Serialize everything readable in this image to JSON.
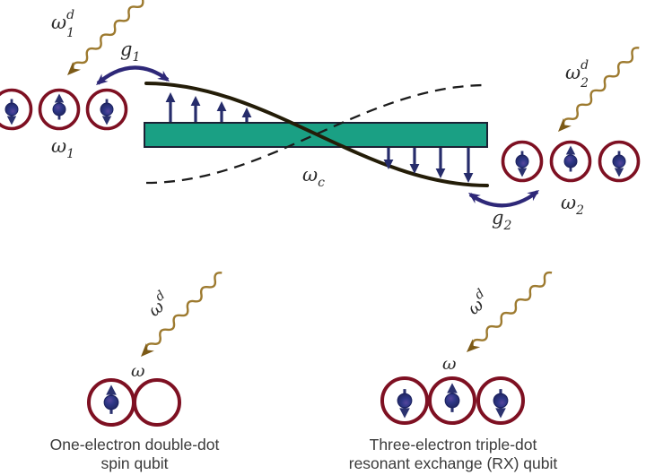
{
  "figure": {
    "description": "Two spin qubits coupled to a microwave resonator",
    "colors": {
      "background": "#ffffff",
      "dot_ring": "#7e1022",
      "spin_arrow": "#2b326f",
      "resonator_fill": "#1aa084",
      "resonator_border": "#1c2135",
      "drive_wave": "#9d7a2f",
      "drive_arrowhead": "#7c5a17",
      "coupling_arrow": "#2e2878",
      "mode_solid_curve": "#241d08",
      "mode_dashed_curve": "#1c1c1c",
      "caption_text": "#3a3a3a",
      "math_text": "#2b2b2b"
    },
    "resonator": {
      "freq_label": {
        "base": "ω",
        "sub": "c"
      },
      "up_field_arrows": 4,
      "down_field_arrows": 4
    },
    "qubit1": {
      "drive_label": {
        "base": "ω",
        "sup": "d",
        "sub": "1"
      },
      "freq_label": {
        "base": "ω",
        "sub": "1"
      },
      "coupling_label": {
        "base": "g",
        "sub": "1"
      },
      "spins": [
        "down",
        "up",
        "down"
      ]
    },
    "qubit2": {
      "drive_label": {
        "base": "ω",
        "sup": "d",
        "sub": "2"
      },
      "freq_label": {
        "base": "ω",
        "sub": "2"
      },
      "coupling_label": {
        "base": "g",
        "sub": "2"
      },
      "spins": [
        "down",
        "up",
        "down"
      ]
    },
    "legend_left": {
      "drive_label": {
        "base": "ω",
        "sup": "d"
      },
      "freq_label": "ω",
      "spins": [
        "up",
        "empty"
      ],
      "caption_line1": "One-electron double-dot",
      "caption_line2": "spin qubit"
    },
    "legend_right": {
      "drive_label": {
        "base": "ω",
        "sup": "d"
      },
      "freq_label": "ω",
      "spins": [
        "down",
        "up",
        "down"
      ],
      "caption_line1": "Three-electron triple-dot",
      "caption_line2": "resonant exchange (RX) qubit"
    }
  }
}
